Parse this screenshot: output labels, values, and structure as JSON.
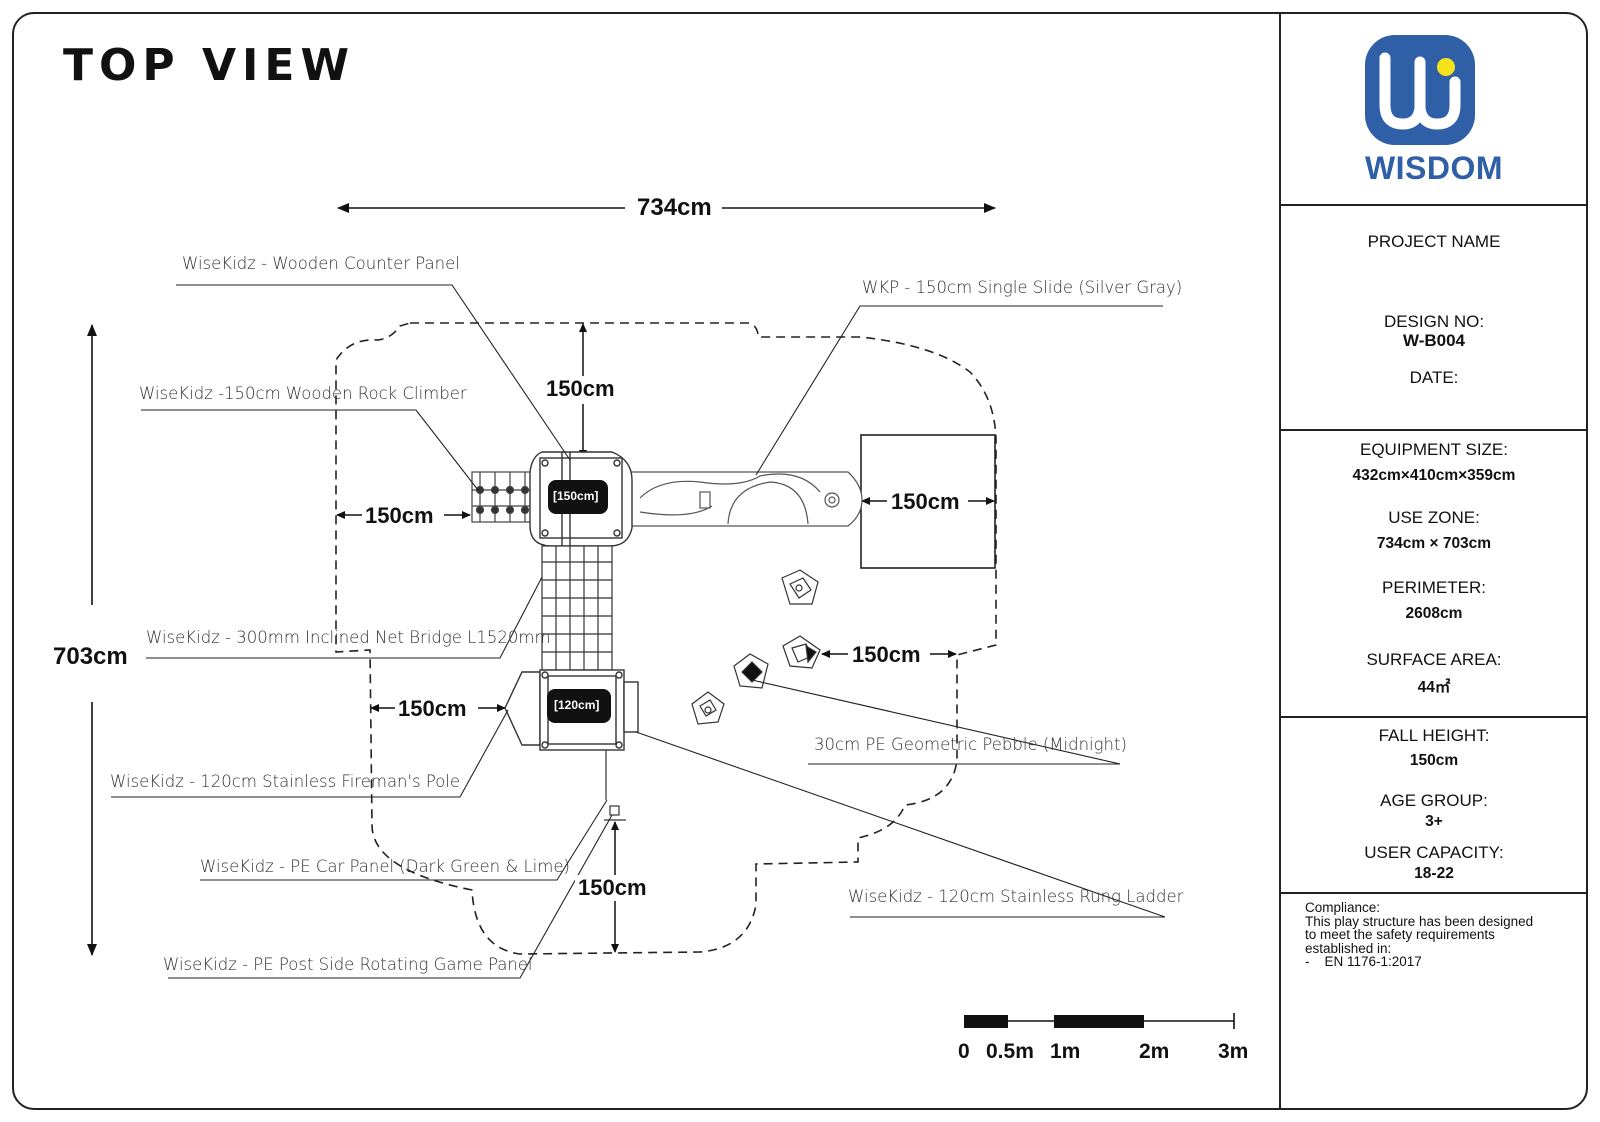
{
  "title": "TOP VIEW",
  "brand": {
    "name": "WISDOM",
    "logo_color": "#2e5fa7",
    "dot_color": "#f4e21b"
  },
  "dimensions": {
    "width": "734cm",
    "height": "703cm",
    "clear_top": "150cm",
    "clear_left": "150cm",
    "clear_slide": "150cm",
    "clear_pebble": "150cm",
    "clear_pole": "150cm",
    "clear_bottom": "150cm"
  },
  "deck_tags": {
    "upper": "[150cm]",
    "lower": "[120cm]"
  },
  "callouts": [
    "WiseKidz - Wooden Counter Panel",
    "WKP - 150cm Single Slide (Silver Gray)",
    "WiseKidz -150cm Wooden Rock Climber",
    "WiseKidz - 300mm Inclined Net Bridge L1520mm",
    "WiseKidz - 120cm Stainless Fireman's Pole",
    "30cm PE Geometric Pebble (Midnight)",
    "WiseKidz - PE Car Panel (Dark Green & Lime)",
    "WiseKidz - 120cm Stainless Rung Ladder",
    "WiseKidz - PE Post Side Rotating Game Panel"
  ],
  "info": {
    "project_name_label": "PROJECT NAME",
    "design_no_label": "DESIGN NO:",
    "design_no": "W-B004",
    "date_label": "DATE:",
    "equipment_size_label": "EQUIPMENT SIZE:",
    "equipment_size": "432cm×410cm×359cm",
    "use_zone_label": "USE ZONE:",
    "use_zone": "734cm × 703cm",
    "perimeter_label": "PERIMETER:",
    "perimeter": "2608cm",
    "surface_area_label": "SURFACE AREA:",
    "surface_area": "44㎡",
    "fall_height_label": "FALL HEIGHT:",
    "fall_height": "150cm",
    "age_group_label": "AGE GROUP:",
    "age_group": "3+",
    "user_capacity_label": "USER CAPACITY:",
    "user_capacity": "18-22"
  },
  "compliance": {
    "heading": "Compliance:",
    "line1": "This play structure has been designed",
    "line2": "to meet the safety requirements",
    "line3": "established in:",
    "standard": "-    EN 1176-1:2017"
  },
  "scale_bar": [
    "0",
    "0.5m",
    "1m",
    "2m",
    "3m"
  ]
}
